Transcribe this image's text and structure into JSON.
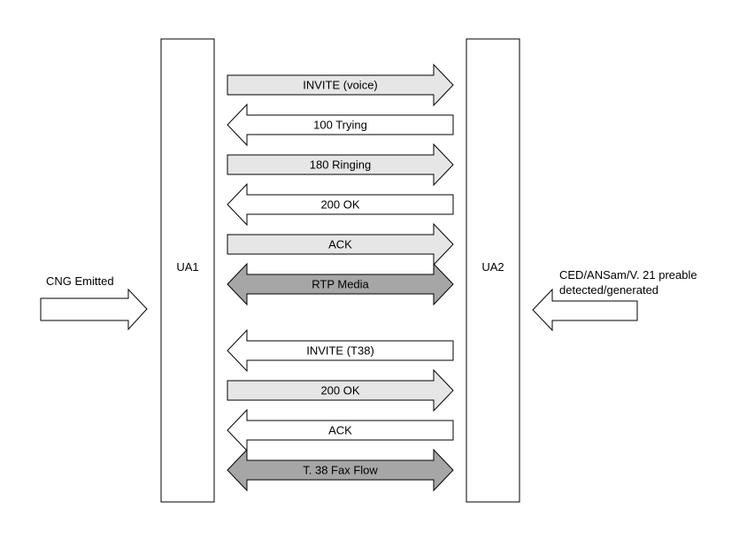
{
  "endpoints": {
    "left": "UA1",
    "right": "UA2"
  },
  "side_labels": {
    "left": "CNG Emitted",
    "right_line1": "CED/ANSam/V. 21 preable",
    "right_line2": "detected/generated"
  },
  "messages": [
    {
      "label": "INVITE (voice)",
      "direction": "right",
      "fill": "#e6e6e6"
    },
    {
      "label": "100 Trying",
      "direction": "left",
      "fill": "#ffffff"
    },
    {
      "label": "180 Ringing",
      "direction": "right",
      "fill": "#e6e6e6"
    },
    {
      "label": "200 OK",
      "direction": "left",
      "fill": "#ffffff"
    },
    {
      "label": "ACK",
      "direction": "right",
      "fill": "#e6e6e6"
    },
    {
      "label": "RTP Media",
      "direction": "both",
      "fill": "#a6a6a6"
    },
    {
      "label": "INVITE (T38)",
      "direction": "left",
      "fill": "#ffffff"
    },
    {
      "label": "200 OK",
      "direction": "right",
      "fill": "#e6e6e6"
    },
    {
      "label": "ACK",
      "direction": "left",
      "fill": "#ffffff"
    },
    {
      "label": "T. 38 Fax Flow",
      "direction": "both",
      "fill": "#a6a6a6"
    }
  ]
}
